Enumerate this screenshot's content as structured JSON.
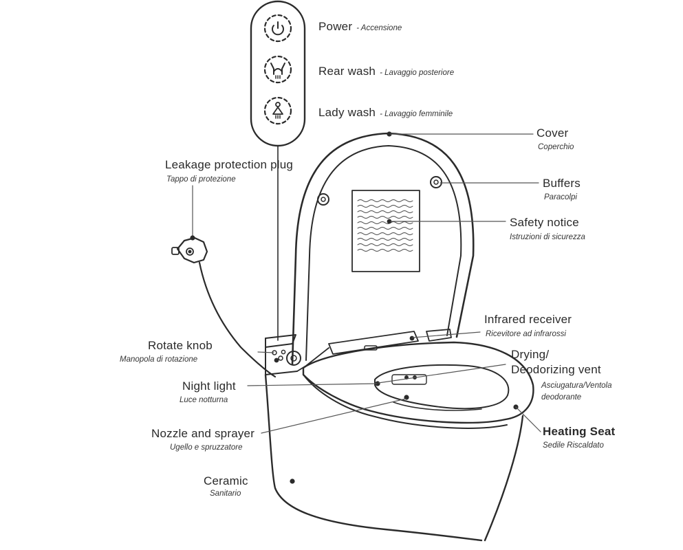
{
  "labels": {
    "power": {
      "en": "Power",
      "it": "- Accensione"
    },
    "rear_wash": {
      "en": "Rear wash",
      "it": "- Lavaggio posteriore"
    },
    "lady_wash": {
      "en": "Lady wash",
      "it": "- Lavaggio femminile"
    },
    "cover": {
      "en": "Cover",
      "it": "Coperchio"
    },
    "leakage": {
      "en": "Leakage protection plug",
      "it": "Tappo di protezione"
    },
    "buffers": {
      "en": "Buffers",
      "it": "Paracolpi"
    },
    "safety": {
      "en": "Safety notice",
      "it": "Istruzioni di sicurezza"
    },
    "infrared": {
      "en": "Infrared receiver",
      "it": "Ricevitore ad infrarossi"
    },
    "rotate": {
      "en": "Rotate knob",
      "it": "Manopola di rotazione"
    },
    "drying": {
      "en1": "Drying/",
      "en2": "Deodorizing vent",
      "it1": "Asciugatura/Ventola",
      "it2": "deodorante"
    },
    "night": {
      "en": "Night light",
      "it": "Luce notturna"
    },
    "heating": {
      "en": "Heating Seat",
      "it": "Sedile Riscaldato"
    },
    "nozzle": {
      "en": "Nozzle and sprayer",
      "it": "Ugello e spruzzatore"
    },
    "ceramic": {
      "en": "Ceramic",
      "it": "Sanitario"
    }
  },
  "icons": {
    "power_button": "power-icon",
    "rear_wash_button": "rear-wash-icon",
    "lady_wash_button": "lady-wash-icon"
  },
  "colors": {
    "line": "#2b2b2b",
    "leader": "#555555",
    "background": "#ffffff"
  }
}
